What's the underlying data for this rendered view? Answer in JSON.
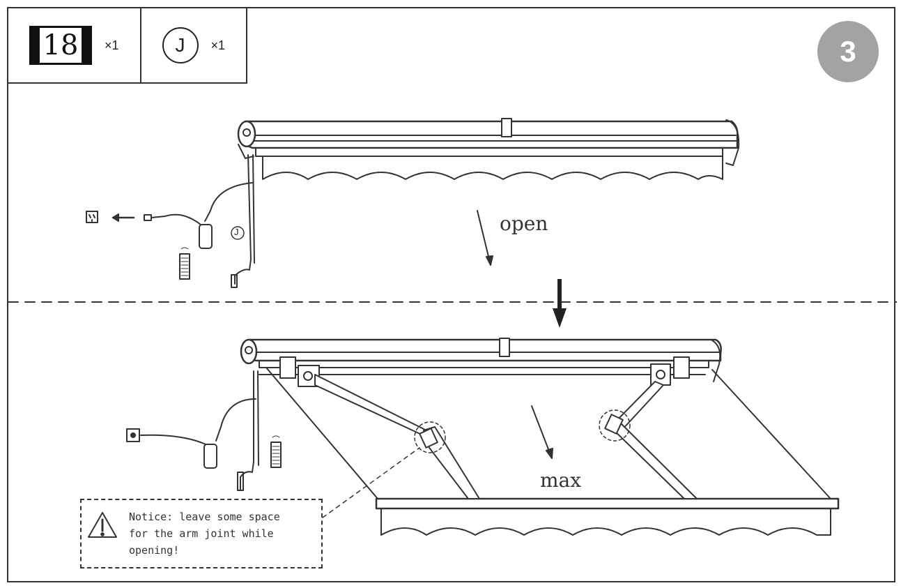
{
  "parts": [
    {
      "id": "18",
      "qty": "×1"
    },
    {
      "id": "J",
      "qty": "×1"
    }
  ],
  "step_number": "3",
  "labels": {
    "open": "open",
    "max": "max",
    "small_j": "J"
  },
  "notice": {
    "text": "Notice: leave some space\nfor the arm joint while\nopening!"
  }
}
